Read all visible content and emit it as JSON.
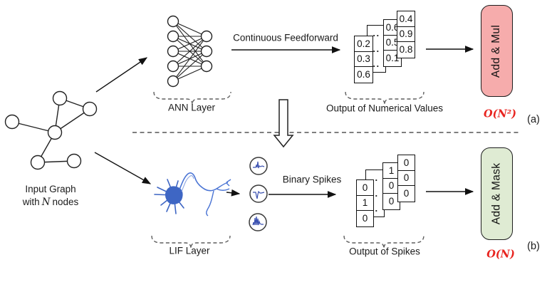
{
  "input_graph": {
    "label_line1": "Input Graph",
    "label_line2_pre": "with",
    "label_line2_var": "N",
    "label_line2_post": "nodes"
  },
  "top_path": {
    "layer_label": "ANN Layer",
    "arrow_label": "Continuous Feedforward",
    "output_label": "Output of Numerical Values",
    "stack": {
      "front": [
        "0.2",
        "0.3",
        "0.6"
      ],
      "dots": [
        "..",
        "..",
        ".."
      ],
      "mid": [
        "0.6",
        "0.5",
        "0.1"
      ],
      "back": [
        "0.4",
        "0.9",
        "0.8"
      ]
    },
    "op_box": {
      "label": "Add & Mul",
      "fill": "#f6acac"
    },
    "complexity": "O(N²)",
    "tag": "(a)"
  },
  "bottom_path": {
    "layer_label": "LIF Layer",
    "arrow_label": "Binary Spikes",
    "output_label": "Output of Spikes",
    "stack": {
      "front": [
        "0",
        "1",
        "0"
      ],
      "dots": [
        "..",
        "..",
        ".."
      ],
      "mid": [
        "1",
        "0",
        "0"
      ],
      "back": [
        "0",
        "0",
        "0"
      ]
    },
    "op_box": {
      "label": "Add & Mask",
      "fill": "#dfebd3"
    },
    "complexity": "O(N)",
    "tag": "(b)"
  },
  "colors": {
    "accent_red": "#e8241f",
    "pink_box": "#f6acac",
    "green_box": "#dfebd3",
    "neuron_blue": "#3e66c4",
    "waveform_blue": "#3a50b0"
  }
}
